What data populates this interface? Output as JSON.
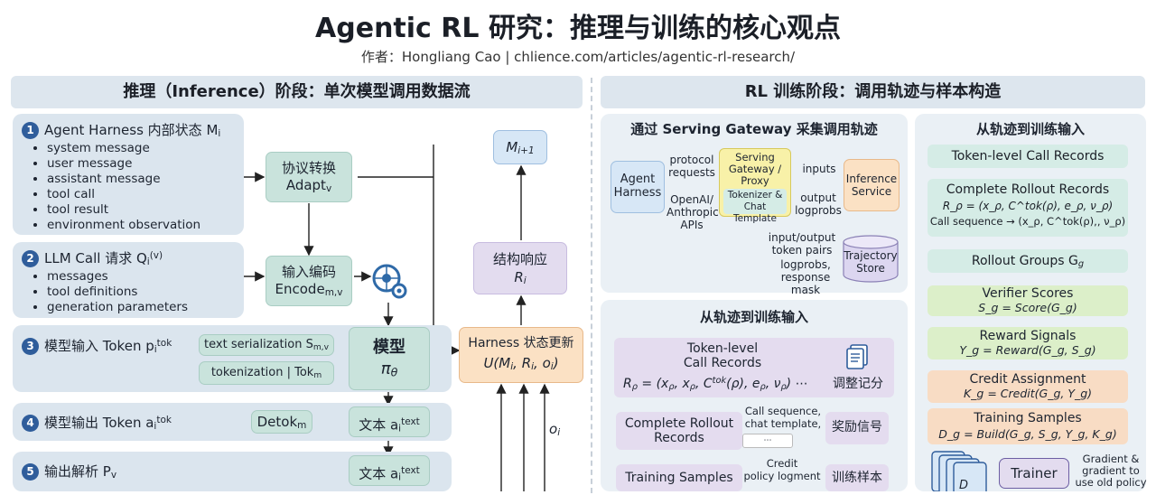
{
  "header": {
    "title": "Agentic RL 研究：推理与训练的核心观点",
    "subtitle": "作者：Hongliang Cao | chlience.com/articles/agentic-rl-research/"
  },
  "left": {
    "header": "推理（Inference）阶段：单次模型调用数据流",
    "steps": [
      {
        "num": "1",
        "label": "Agent Harness 内部状态 M",
        "label_sub": "i",
        "bullets": [
          "system message",
          "user message",
          "assistant message",
          "tool call",
          "tool result",
          "environment observation"
        ]
      },
      {
        "num": "2",
        "label": "LLM Call 请求 Q",
        "label_sub": "i",
        "label_sup": "(v)",
        "bullets": [
          "messages",
          "tool definitions",
          "generation parameters"
        ]
      },
      {
        "num": "3",
        "label": "模型输入 Token p",
        "label_sub": "i",
        "label_sup": "tok"
      },
      {
        "num": "4",
        "label": "模型输出 Token a",
        "label_sub": "i",
        "label_sup": "tok"
      },
      {
        "num": "5",
        "label": "输出解析 P",
        "label_sub": "v"
      }
    ],
    "adapt": {
      "line1": "协议转换",
      "line2": "Adapt",
      "sub": "v"
    },
    "encode": {
      "line1": "输入编码",
      "line2": "Encode",
      "sub": "m,v"
    },
    "text_serialization": {
      "label": "text serialization S",
      "sub": "m,v"
    },
    "tokenization": {
      "label": "tokenization | Tok",
      "sub": "m"
    },
    "model": {
      "line1": "模型",
      "line2": "π",
      "sub": "θ"
    },
    "detok": {
      "label": "Detok",
      "sub": "m"
    },
    "text_out_4": {
      "label": "文本 a",
      "sub": "i",
      "sup": "text"
    },
    "text_out_5": {
      "label": "文本 a",
      "sub": "i",
      "sup": "text"
    },
    "next_state": {
      "label": "M",
      "sub": "i+1"
    },
    "response": {
      "line1": "结构响应",
      "line2": "R",
      "sub": "i"
    },
    "harness_update": {
      "line1": "Harness 状态更新",
      "line2": "U(M",
      "line2_rest": ", R",
      "line2_rest2": ", o",
      "line2_end": ")"
    },
    "obs_label": {
      "label": "o",
      "sub": "i"
    }
  },
  "right": {
    "header": "RL 训练阶段：调用轨迹与样本构造",
    "gateway": {
      "title": "通过 Serving Gateway 采集调用轨迹",
      "agent": "Agent\nHarness",
      "proxy": "Serving\nGateway /\nProxy",
      "tokenizer": "Tokenizer &\nChat Template",
      "inference": "Inference\nService",
      "store": "Trajectory\nStore",
      "protocol_requests": "protocol\nrequests",
      "openai_apis": "OpenAI/\nAnthropic\nAPIs",
      "inputs": "inputs",
      "output_logprobs": "output\nlogprobs",
      "token_pairs": "input/output\ntoken pairs",
      "logprobs_mask": "logprobs,\nresponse mask"
    },
    "traj_mid": {
      "title": "从轨迹到训练输入",
      "token_records": "Token-level\nCall Records",
      "r_rho": "R",
      "r_rho_sub": "ρ",
      "r_rho_rest": " = (x",
      "complete": "Complete Rollout\nRecords",
      "training": "Training Samples",
      "adjust": "调整记分",
      "reward": "奖励信号",
      "train_sample": "训练样本",
      "call_sequence": "Call sequence,\nchat template,",
      "credit": "Credit\npolicy logment"
    },
    "traj_right": {
      "title": "从轨迹到训练输入",
      "items": [
        {
          "label": "Token-level Call Records",
          "formula": ""
        },
        {
          "label": "Complete Rollout Records",
          "formula": "R_ρ = (x_ρ, C^tok(ρ), e_ρ, ν_ρ)",
          "formula2": "Call sequence → (x_ρ, C^tok(ρ),, ν_ρ)"
        },
        {
          "label": "Rollout Groups G",
          "formula": ""
        },
        {
          "label": "Verifier Scores",
          "formula": "S_g = Score(G_g)"
        },
        {
          "label": "Reward Signals",
          "formula": "Y_g = Reward(G_g, S_g)"
        },
        {
          "label": "Credit Assignment",
          "formula": "K_g = Credit(G_g, Y_g)"
        },
        {
          "label": "Training Samples",
          "formula": "D_g = Build(G_g, S_g, Y_g, K_g)"
        }
      ],
      "trainer": "Trainer",
      "gradient_note": "Gradient &\ngradient to\nuse old policy",
      "stack_label": "D"
    },
    "colors": {
      "teal": "#c9e3dc",
      "purple": "#e3dcef",
      "orange": "#fbe1c4",
      "blue": "#d7e7f6",
      "yellow": "#f8f1a8",
      "badge": "#2f5d9b"
    }
  }
}
